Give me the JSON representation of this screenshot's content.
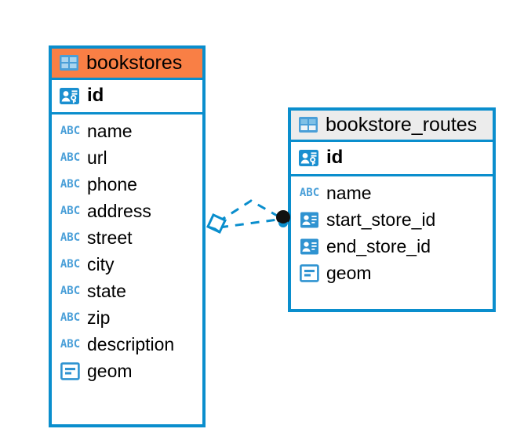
{
  "diagram": {
    "type": "entity-relationship-diagram",
    "background_color": "#ffffff",
    "accent_color": "#0a8ecd",
    "highlight_color": "#f97f45",
    "neutral_header_color": "#ececec"
  },
  "entities": [
    {
      "name": "bookstores",
      "header_style": "accent",
      "table_icon": "table-icon",
      "primary_key": {
        "label": "id",
        "icon": "primary-key-icon"
      },
      "fields": [
        {
          "label": "name",
          "icon": "text-type-icon",
          "icon_text": "ABC"
        },
        {
          "label": "url",
          "icon": "text-type-icon",
          "icon_text": "ABC"
        },
        {
          "label": "phone",
          "icon": "text-type-icon",
          "icon_text": "ABC"
        },
        {
          "label": "address",
          "icon": "text-type-icon",
          "icon_text": "ABC"
        },
        {
          "label": "street",
          "icon": "text-type-icon",
          "icon_text": "ABC"
        },
        {
          "label": "city",
          "icon": "text-type-icon",
          "icon_text": "ABC"
        },
        {
          "label": "state",
          "icon": "text-type-icon",
          "icon_text": "ABC"
        },
        {
          "label": "zip",
          "icon": "text-type-icon",
          "icon_text": "ABC"
        },
        {
          "label": "description",
          "icon": "text-type-icon",
          "icon_text": "ABC"
        },
        {
          "label": "geom",
          "icon": "geometry-type-icon",
          "icon_text": ""
        }
      ]
    },
    {
      "name": "bookstore_routes",
      "header_style": "neutral",
      "table_icon": "table-icon",
      "primary_key": {
        "label": "id",
        "icon": "primary-key-icon"
      },
      "fields": [
        {
          "label": "name",
          "icon": "text-type-icon",
          "icon_text": "ABC"
        },
        {
          "label": "start_store_id",
          "icon": "foreign-key-icon",
          "icon_text": ""
        },
        {
          "label": "end_store_id",
          "icon": "foreign-key-icon",
          "icon_text": ""
        },
        {
          "label": "geom",
          "icon": "geometry-type-icon",
          "icon_text": ""
        }
      ]
    }
  ],
  "relationship": {
    "style": "dashed",
    "color": "#0a8ecd",
    "source_marker": "diamond-outline",
    "target_marker": "filled-circle",
    "target_marker_color": "#111111"
  }
}
